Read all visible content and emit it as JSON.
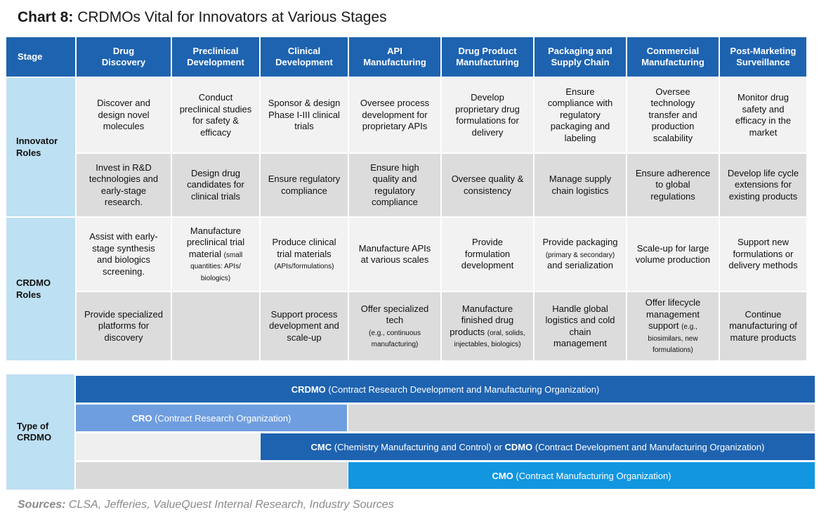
{
  "title": {
    "label": "Chart 8:",
    "text": "CRDMOs Vital for Innovators at Various Stages"
  },
  "header": {
    "stage": "Stage",
    "columns": [
      {
        "line1": "Drug",
        "line2": "Discovery"
      },
      {
        "line1": "Preclinical",
        "line2": "Development"
      },
      {
        "line1": "Clinical",
        "line2": "Development"
      },
      {
        "line1": "API",
        "line2": "Manufacturing"
      },
      {
        "line1": "Drug Product",
        "line2": "Manufacturing"
      },
      {
        "line1": "Packaging and",
        "line2": "Supply Chain"
      },
      {
        "line1": "Commercial",
        "line2": "Manufacturing"
      },
      {
        "line1": "Post-Marketing",
        "line2": "Surveillance"
      }
    ]
  },
  "innovator": {
    "label1": "Innovator",
    "label2": "Roles",
    "row1": [
      "Discover and design novel molecules",
      "Conduct preclinical studies for safety & efficacy",
      "Sponsor & design Phase I-III clinical trials",
      "Oversee process development for proprietary APIs",
      "Develop proprietary drug formulations for delivery",
      "Ensure compliance with regulatory packaging and labeling",
      "Oversee technology transfer and production scalability",
      "Monitor drug safety and efficacy in the market"
    ],
    "row2": [
      "Invest in R&D technologies and early-stage research.",
      "Design drug candidates for clinical trials",
      "Ensure regulatory compliance",
      "Ensure high quality and regulatory compliance",
      "Oversee quality & consistency",
      "Manage supply chain logistics",
      "Ensure adherence to global regulations",
      "Develop life cycle extensions for existing products"
    ]
  },
  "crdmo": {
    "label1": "CRDMO",
    "label2": "Roles",
    "row1": [
      {
        "main": "Assist with early-stage synthesis and biologics screening.",
        "note": "",
        "tail": ""
      },
      {
        "main": "Manufacture preclinical trial material",
        "note": "(small quantities: APIs/ biologics)",
        "tail": ""
      },
      {
        "main": "Produce clinical trial materials",
        "note": "(APIs/formulations)",
        "tail": ""
      },
      {
        "main": "Manufacture APIs at various scales",
        "note": "",
        "tail": ""
      },
      {
        "main": "Provide formulation development",
        "note": "",
        "tail": ""
      },
      {
        "main": "Provide packaging",
        "note": "(primary & secondary)",
        "tail": "and serialization"
      },
      {
        "main": "Scale-up for large volume production",
        "note": "",
        "tail": ""
      },
      {
        "main": "Support new formulations or delivery methods",
        "note": "",
        "tail": ""
      }
    ],
    "row2": [
      {
        "main": "Provide specialized platforms for discovery",
        "note": ""
      },
      {
        "main": "",
        "note": ""
      },
      {
        "main": "Support process development and scale-up",
        "note": ""
      },
      {
        "main": "Offer specialized tech",
        "note": "(e.g., continuous manufacturing)"
      },
      {
        "main": "Manufacture finished drug products",
        "note": "(oral, solids, injectables, biologics)"
      },
      {
        "main": "Handle global logistics and cold chain management",
        "note": ""
      },
      {
        "main": "Offer lifecycle management support",
        "note": "(e.g., biosimilars, new formulations)"
      },
      {
        "main": "Continue manufacturing of mature products",
        "note": ""
      }
    ]
  },
  "types": {
    "label1": "Type of",
    "label2": "CRDMO",
    "crdmo": {
      "abbr": "CRDMO",
      "full": "(Contract Research Development and Manufacturing Organization)"
    },
    "cro": {
      "abbr": "CRO",
      "full": "(Contract Research Organization)"
    },
    "cmc": {
      "abbr": "CMC",
      "full1": "(Chemistry Manufacturing and Control) or",
      "abbr2": "CDMO",
      "full2": "(Contract Development and Manufacturing Organization)"
    },
    "cmo": {
      "abbr": "CMO",
      "full": "(Contract Manufacturing Organization)"
    }
  },
  "sources": {
    "label": "Sources:",
    "text": "CLSA, Jefferies, ValueQuest Internal Research, Industry Sources"
  },
  "colors": {
    "header_blue": "#1e63b0",
    "label_blue": "#bde0f2",
    "crdmo_band": "#1e63b0",
    "cro_band": "#6f9ee0",
    "cmc_band": "#1e63b0",
    "cmo_band": "#1296e0",
    "cell_light": "#f2f2f2",
    "cell_dark": "#dcdcdc"
  }
}
